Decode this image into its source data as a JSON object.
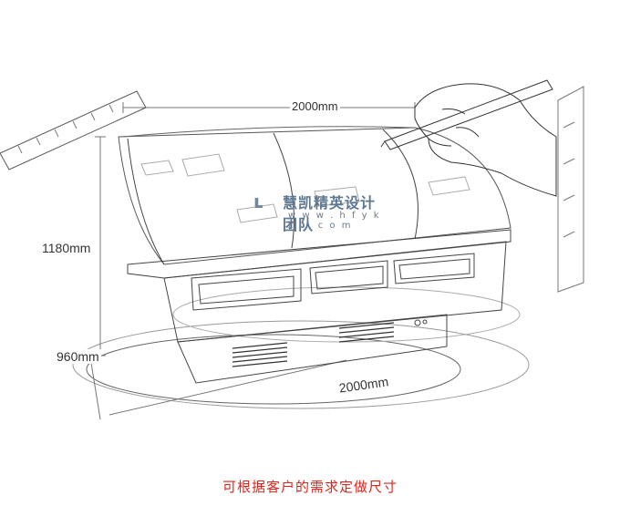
{
  "dimensions": {
    "top_width": "2000mm",
    "height": "1180mm",
    "depth": "960mm",
    "bottom_width": "2000mm"
  },
  "watermark": {
    "name": "慧凯精英设计团队",
    "url": "w w w . h f y k z l . c o m"
  },
  "caption": "可根据客户的需求定做尺寸",
  "colors": {
    "caption": "#e0241b",
    "sketch_line": "#555555",
    "watermark": "#5d7892"
  },
  "icons": [
    "pencil-icon",
    "hand-icon",
    "ruler-icon",
    "display-cabinet-icon"
  ]
}
